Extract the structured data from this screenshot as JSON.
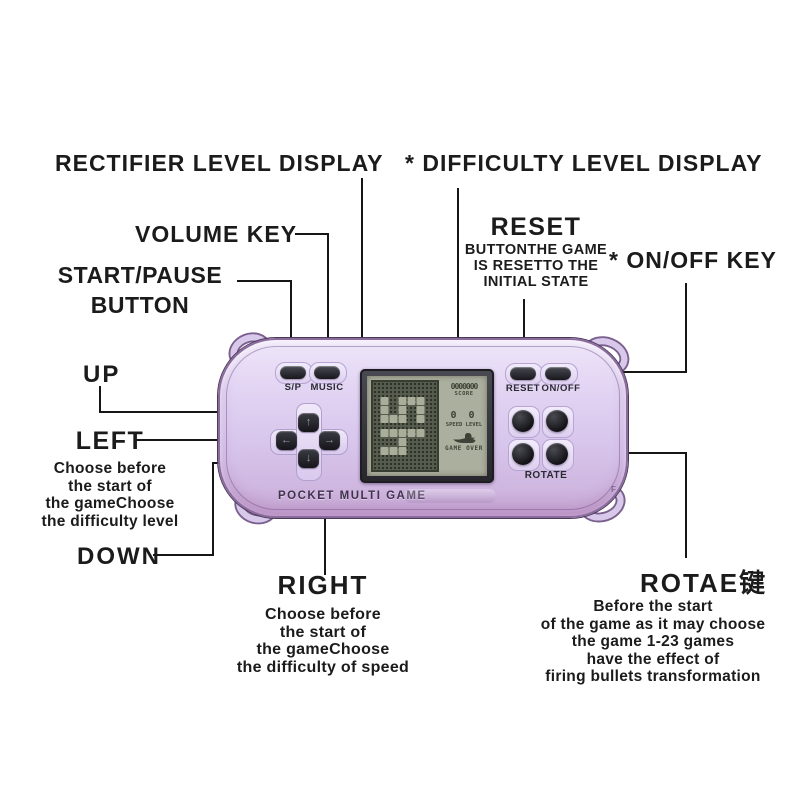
{
  "page": {
    "background": "#ffffff"
  },
  "labels": {
    "rectifier": "RECTIFIER LEVEL DISPLAY",
    "difficulty": "* DIFFICULTY LEVEL DISPLAY",
    "volume": "VOLUME KEY",
    "start_pause_line1": "START/PAUSE",
    "start_pause_line2": "BUTTON",
    "reset_title": "RESET",
    "reset_desc": [
      "BUTTONTHE GAME",
      "IS RESETTO THE",
      "INITIAL STATE"
    ],
    "onoff": "* ON/OFF KEY",
    "up": "UP",
    "left_title": "LEFT",
    "left_desc": [
      "Choose before",
      "the start of",
      "the gameChoose",
      "the difficulty level"
    ],
    "down": "DOWN",
    "right_title": "RIGHT",
    "right_desc": [
      "Choose before",
      "the start of",
      "the gameChoose",
      "the difficulty of speed"
    ],
    "rotate_title": "ROTAE键",
    "rotate_desc": [
      "Before the start",
      "of the game as it may choose",
      "the game 1-23 games",
      "have the effect of",
      "firing bullets transformation"
    ]
  },
  "console": {
    "brand": "POCKET MULTI GAME",
    "side_marking": "F",
    "buttons": {
      "sp": "S/P",
      "music": "MUSIC",
      "reset": "RESET",
      "onoff": "ON/OFF",
      "rotate": "ROTATE"
    },
    "dpad_icons": {
      "up": "↑",
      "left": "←",
      "down": "↓",
      "right": "→"
    },
    "screen": {
      "score_value": "0000000",
      "score_label": "SCORE",
      "level_value": "0 0",
      "speed_label": "SPEED LEVEL",
      "game_over_label": "GAME OVER"
    },
    "colors": {
      "body": "#d9c7ec",
      "body_edge": "#8a6b9d",
      "button_dark": "#1f1f26",
      "lcd": "#abaf9d",
      "lcd_ink": "#3e4337",
      "callout_line": "#161616"
    }
  }
}
